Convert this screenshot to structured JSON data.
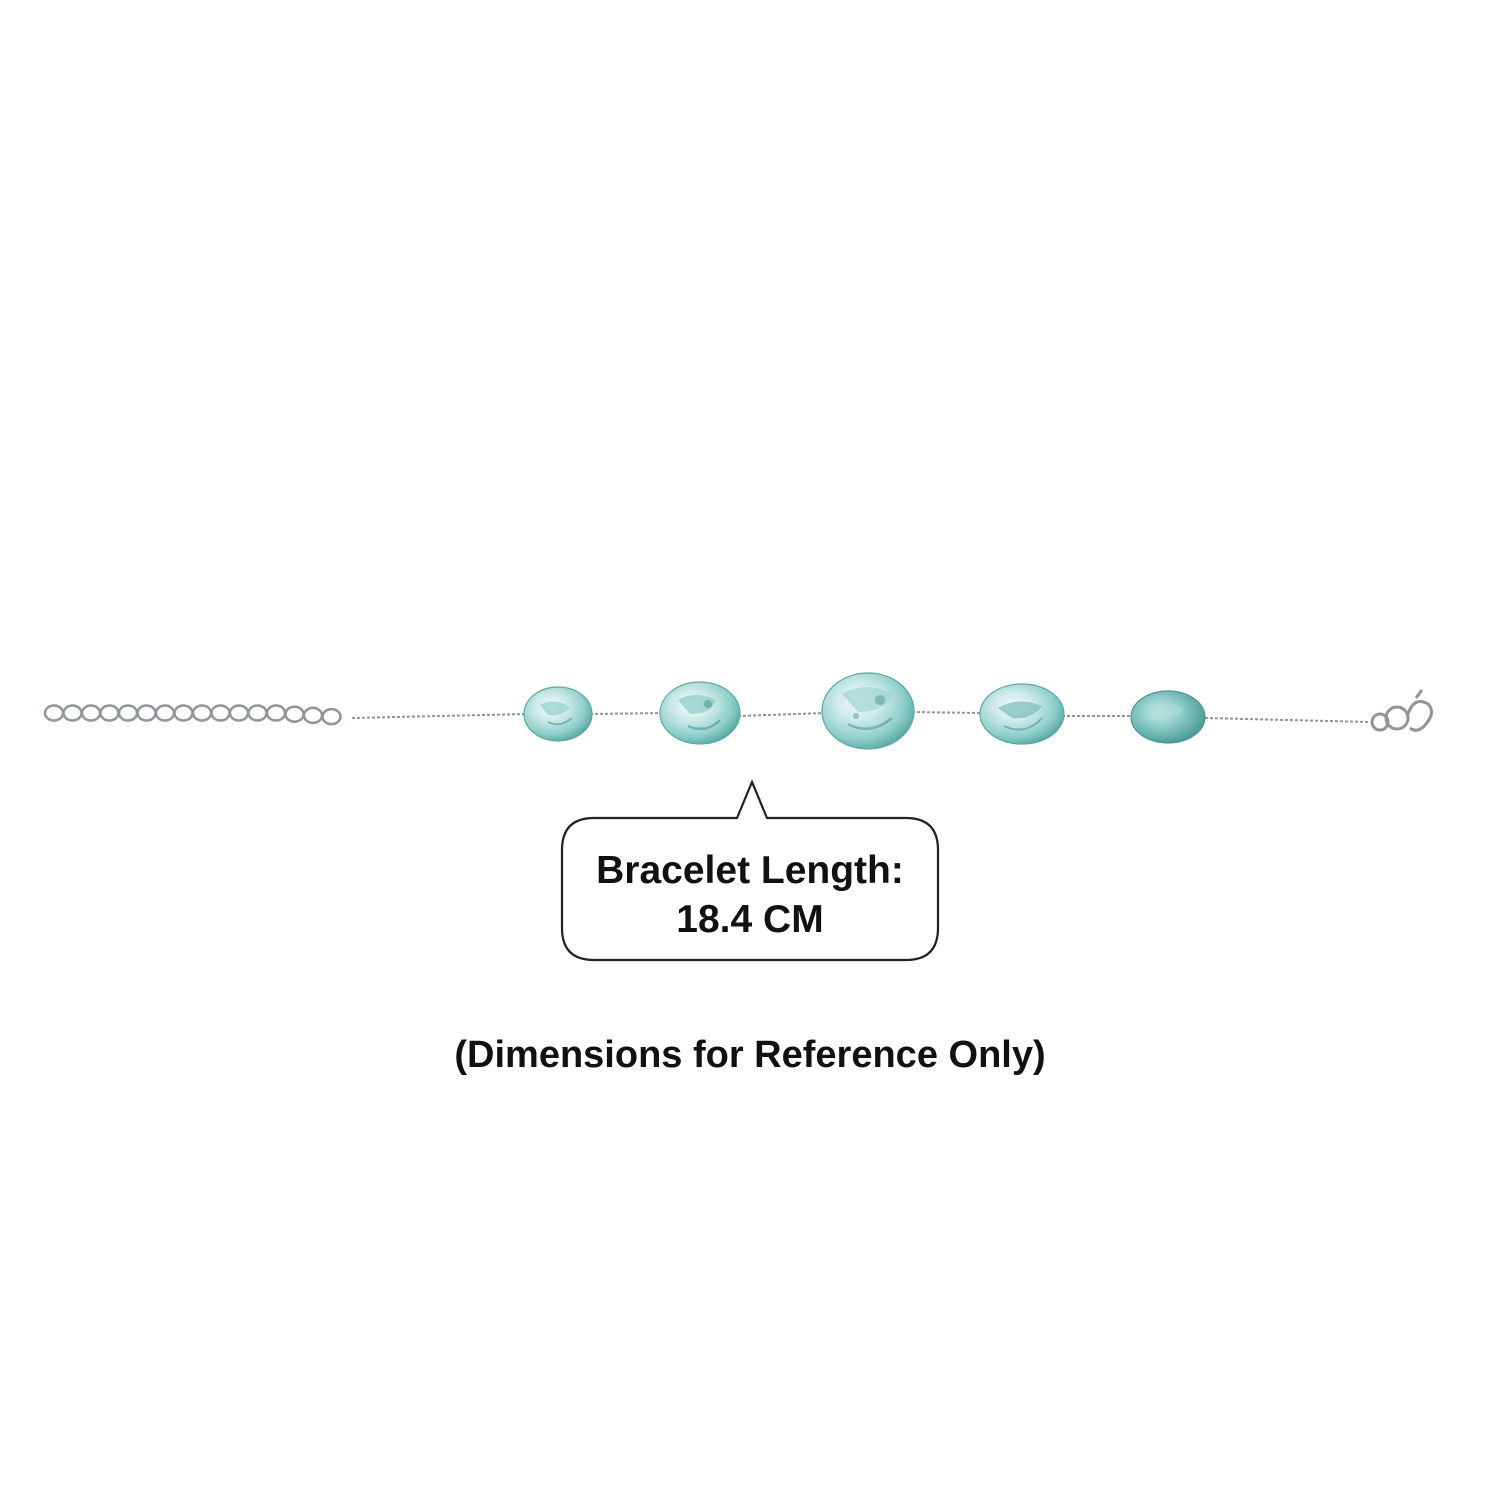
{
  "callout": {
    "line1": "Bracelet Length:",
    "line2": "18.4 CM"
  },
  "disclaimer": "(Dimensions for Reference Only)",
  "colors": {
    "background": "#ffffff",
    "text": "#111111",
    "metal": "#9aa0a6",
    "stone_light": "#dff2f1",
    "stone_mid": "#8fcfca",
    "stone_dark": "#3e8f8c"
  },
  "product": {
    "stone_count": 5
  }
}
